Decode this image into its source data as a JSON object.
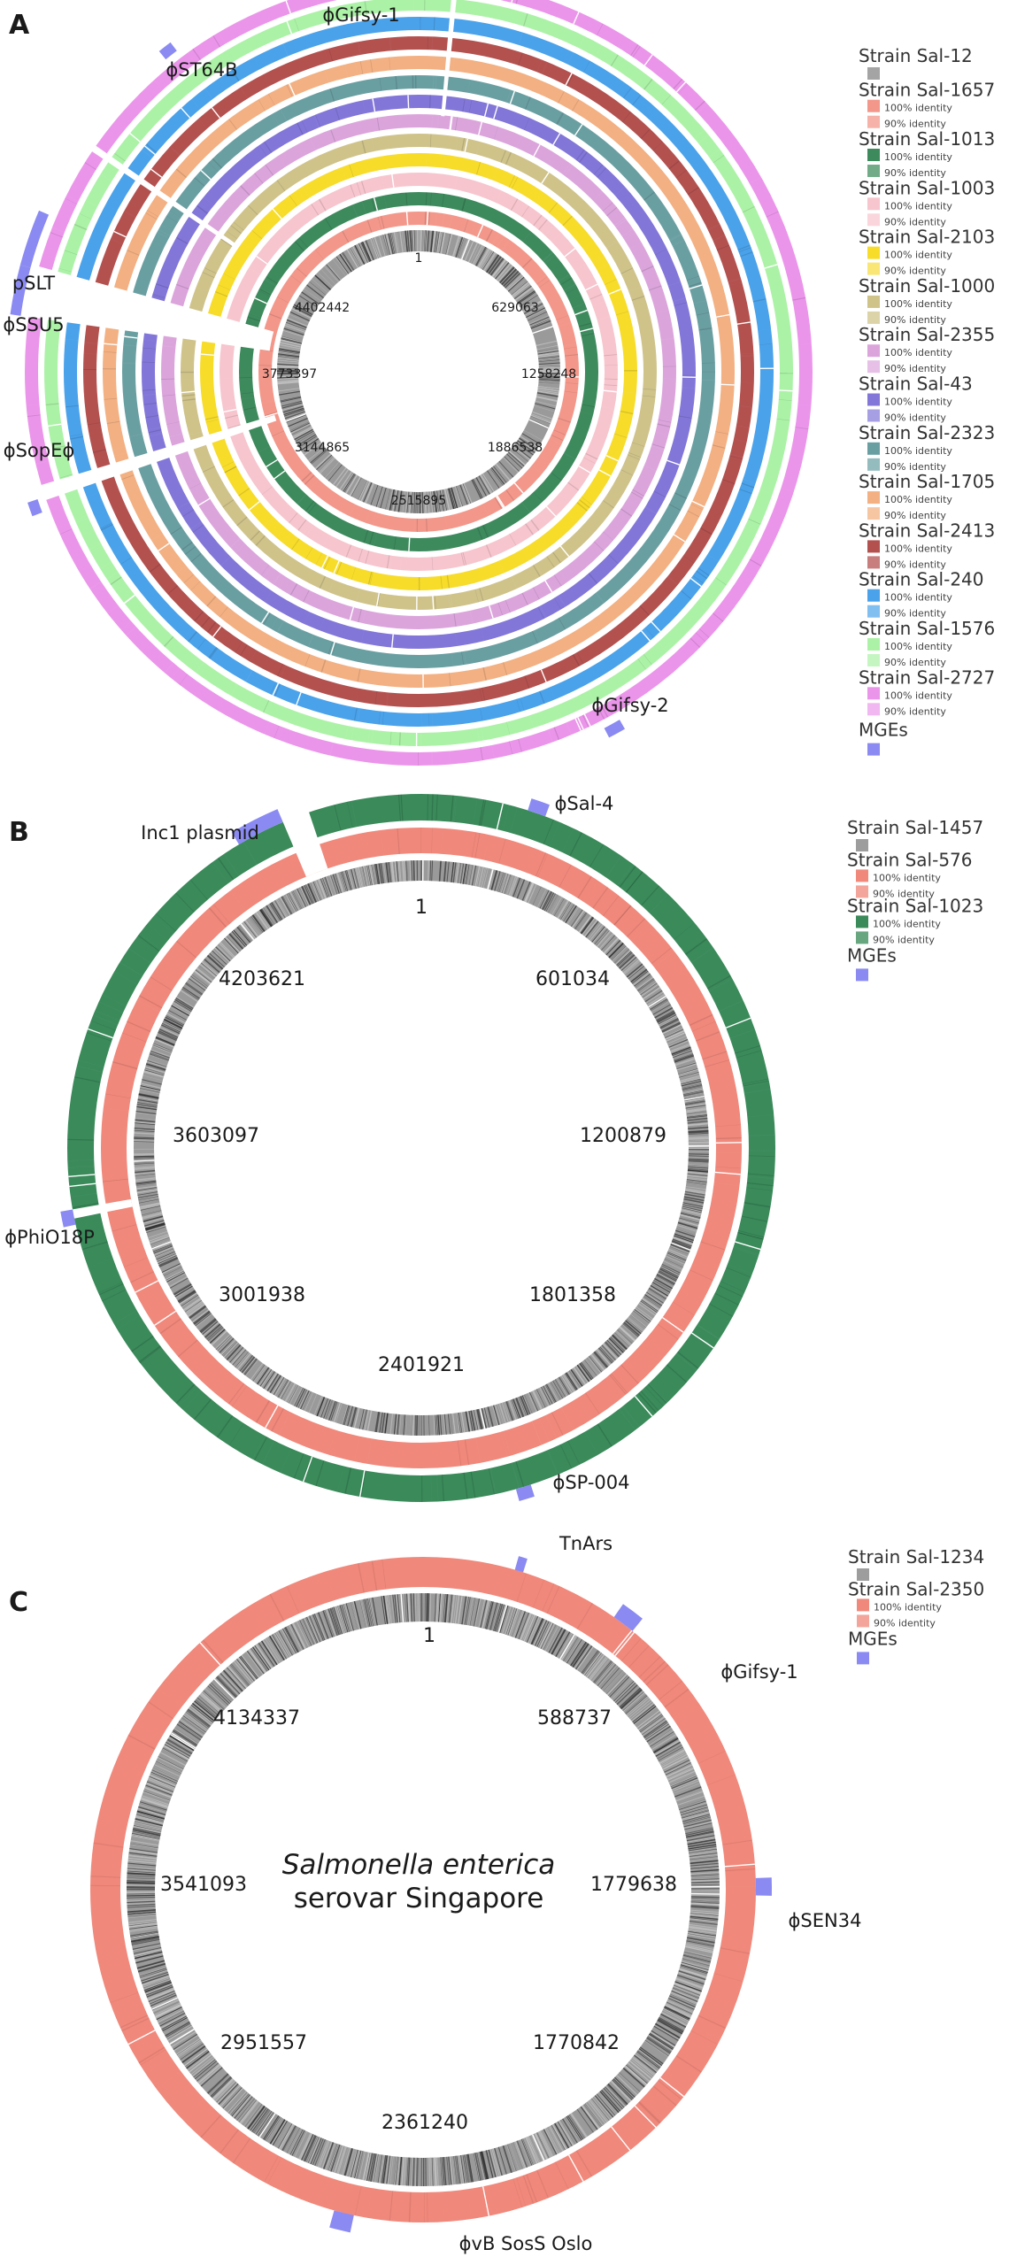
{
  "panels": [
    {
      "letter": "A",
      "coords": [
        "1",
        "629063",
        "1258248",
        "1886538",
        "2515895",
        "3144865",
        "3773397",
        "4402442"
      ],
      "rings": [
        {
          "name": "Strain Sal-12",
          "color": "#a4a4a4"
        },
        {
          "name": "Strain Sal-1657",
          "color": "#f3978a",
          "color2": "#f6b2a8"
        },
        {
          "name": "Strain Sal-1013",
          "color": "#3d8a5d",
          "color2": "#72ab88"
        },
        {
          "name": "Strain Sal-1003",
          "color": "#f7c5cd",
          "color2": "#fad6dc"
        },
        {
          "name": "Strain Sal-2103",
          "color": "#f7dc2a",
          "color2": "#f9e675"
        },
        {
          "name": "Strain Sal-1000",
          "color": "#cfc38a",
          "color2": "#ddd3a8"
        },
        {
          "name": "Strain Sal-2355",
          "color": "#dba5dc",
          "color2": "#e6c0e6"
        },
        {
          "name": "Strain Sal-43",
          "color": "#8276d8",
          "color2": "#a79fe3"
        },
        {
          "name": "Strain Sal-2323",
          "color": "#6a9fa2",
          "color2": "#94bbbd"
        },
        {
          "name": "Strain Sal-1705",
          "color": "#f3b082",
          "color2": "#f6c6a3"
        },
        {
          "name": "Strain Sal-2413",
          "color": "#b3514f",
          "color2": "#c77e7c"
        },
        {
          "name": "Strain Sal-240",
          "color": "#4aa2ea",
          "color2": "#82bff1"
        },
        {
          "name": "Strain Sal-1576",
          "color": "#abf2a6",
          "color2": "#c5f6c1"
        },
        {
          "name": "Strain Sal-2727",
          "color": "#eb95ea",
          "color2": "#f1b7f0"
        }
      ],
      "mges": [
        {
          "label": "ϕGifsy-1"
        },
        {
          "label": "ϕST64B"
        },
        {
          "label": "pSLT"
        },
        {
          "label": "ϕSSU5"
        },
        {
          "label": "ϕSopEϕ"
        },
        {
          "label": "ϕGifsy-2"
        }
      ],
      "legend": {
        "identity_100": "100% identity",
        "identity_90": "90% identity",
        "mges_label": "MGEs"
      }
    },
    {
      "letter": "B",
      "coords": [
        "1",
        "601034",
        "1200879",
        "1801358",
        "2401921",
        "3001938",
        "3603097",
        "4203621"
      ],
      "rings": [
        {
          "name": "Strain Sal-1457",
          "color": "#9d9d9d"
        },
        {
          "name": "Strain Sal-576",
          "color": "#f0887b",
          "color2": "#f4a59b"
        },
        {
          "name": "Strain Sal-1023",
          "color": "#3a8a5a",
          "color2": "#68a680"
        }
      ],
      "mges": [
        {
          "label": "ϕSal-4"
        },
        {
          "label": "Inc1 plasmid"
        },
        {
          "label": "ϕPhiO18P"
        },
        {
          "label": "ϕSP-004"
        }
      ],
      "legend": {
        "identity_100": "100% identity",
        "identity_90": "90% identity",
        "mges_label": "MGEs"
      }
    },
    {
      "letter": "C",
      "coords": [
        "1",
        "588737",
        "1779638",
        "1770842",
        "2361240",
        "2951557",
        "3541093",
        "4134337"
      ],
      "center_italic": "Salmonella enterica",
      "center_plain": "serovar Singapore",
      "rings": [
        {
          "name": "Strain Sal-1234",
          "color": "#9d9d9d"
        },
        {
          "name": "Strain Sal-2350",
          "color": "#f0887b",
          "color2": "#f4a59b"
        }
      ],
      "mges": [
        {
          "label": "TnArs"
        },
        {
          "label": "ϕGifsy-1"
        },
        {
          "label": "ϕSEN34"
        },
        {
          "label": "ϕvB SosS Oslo"
        }
      ],
      "legend": {
        "identity_100": "100% identity",
        "identity_90": "90% identity",
        "mges_label": "MGEs"
      }
    }
  ],
  "colors": {
    "mge": "#8a8af2",
    "gray_track": "#9a9a9a",
    "gray_track_light": "#c8c8c8"
  }
}
